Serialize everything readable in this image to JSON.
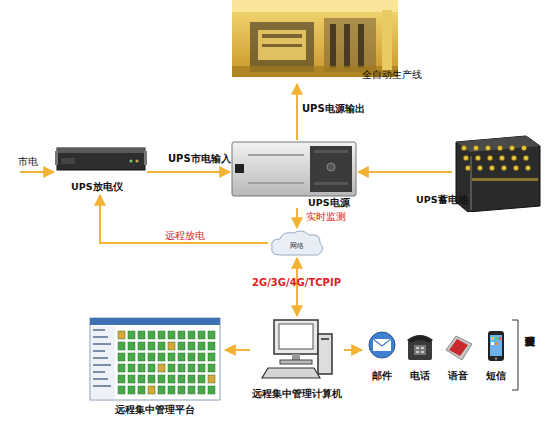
{
  "diagram": {
    "nodes": [
      {
        "text": [
          "全自动生产线"
        ]
      },
      {
        "text": [
          "UPS放电仪"
        ]
      },
      {
        "text": [
          "UPS电源"
        ]
      },
      {
        "text": [
          "UPS蓄电池"
        ]
      },
      {
        "text": [
          "网络"
        ]
      },
      {
        "text": [
          "远程集中管理计算机"
        ]
      },
      {
        "text": [
          "远程集中管理平台"
        ]
      },
      {
        "text": [
          "预警处理"
        ]
      },
      {
        "text": [
          "邮件"
        ],
        "in": 7
      },
      {
        "text": [
          "电话"
        ],
        "in": 7
      },
      {
        "text": [
          "语音"
        ],
        "in": 7
      },
      {
        "text": [
          "短信"
        ],
        "in": 7
      }
    ],
    "edges": [
      {
        "from": 2,
        "to": 0,
        "arrow": "to",
        "label": "UPS电源输出"
      },
      {
        "from": 1,
        "to": 2,
        "arrow": "to",
        "label": "UPS市电输入"
      },
      {
        "from": 3,
        "to": 2,
        "arrow": "to"
      },
      {
        "from": 2,
        "to": 4,
        "arrow": "to",
        "label": "实时监测"
      },
      {
        "from": 4,
        "to": 1,
        "arrow": "to",
        "label": "远程放电"
      },
      {
        "from": 4,
        "to": 5,
        "arrow": "both",
        "label": "2G/3G/4G/TCPIP"
      },
      {
        "from": 5,
        "to": 6,
        "arrow": "to"
      },
      {
        "from": 5,
        "to": 7,
        "arrow": "to"
      }
    ],
    "labels": [
      "市电"
    ]
  }
}
